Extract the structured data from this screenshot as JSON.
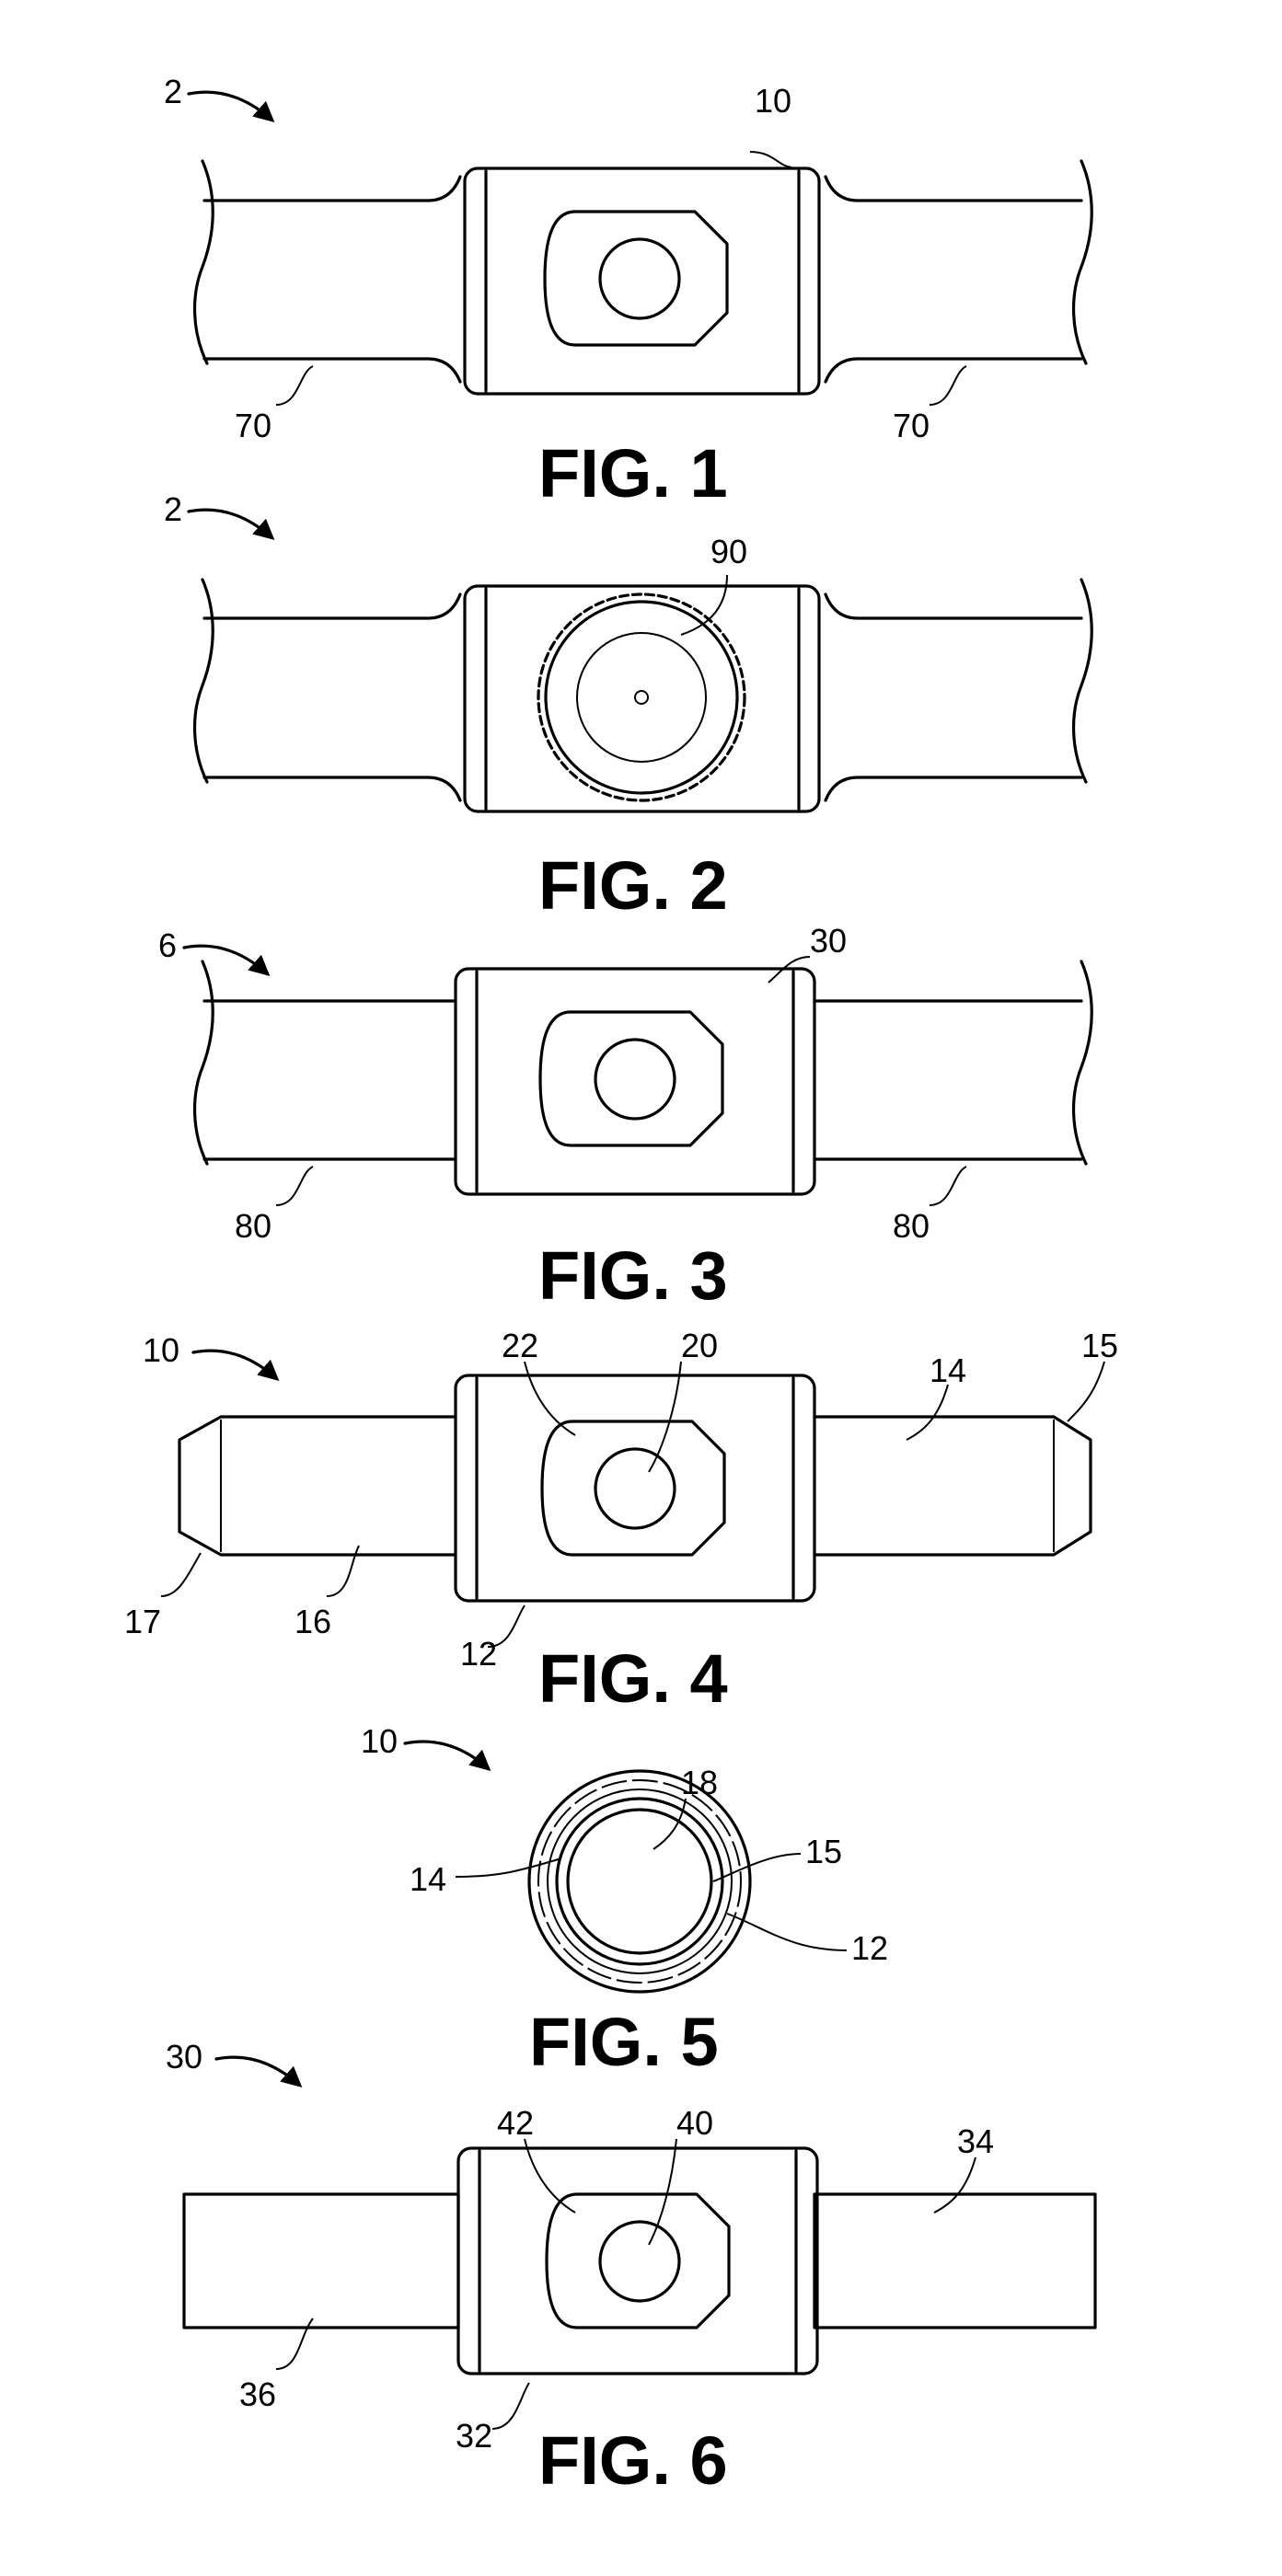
{
  "figures": {
    "fig1": {
      "caption": "FIG. 1",
      "labels": {
        "assembly": "2",
        "connector": "10",
        "cable_left": "70",
        "cable_right": "70"
      }
    },
    "fig2": {
      "caption": "FIG. 2",
      "labels": {
        "assembly": "2",
        "knob": "90"
      }
    },
    "fig3": {
      "caption": "FIG. 3",
      "labels": {
        "assembly": "6",
        "connector": "30",
        "cable_left": "80",
        "cable_right": "80"
      }
    },
    "fig4": {
      "caption": "FIG. 4",
      "labels": {
        "connector": "10",
        "slot": "22",
        "aperture": "20",
        "right_end": "14",
        "right_chamfer": "15",
        "left_chamfer": "17",
        "left_end": "16",
        "body": "12"
      }
    },
    "fig5": {
      "caption": "FIG. 5",
      "labels": {
        "connector": "10",
        "bore": "18",
        "end": "14",
        "chamfer": "15",
        "body": "12"
      }
    },
    "fig6": {
      "caption": "FIG. 6",
      "labels": {
        "connector": "30",
        "slot": "42",
        "aperture": "40",
        "right_end": "34",
        "left_end": "36",
        "body": "32"
      }
    }
  }
}
